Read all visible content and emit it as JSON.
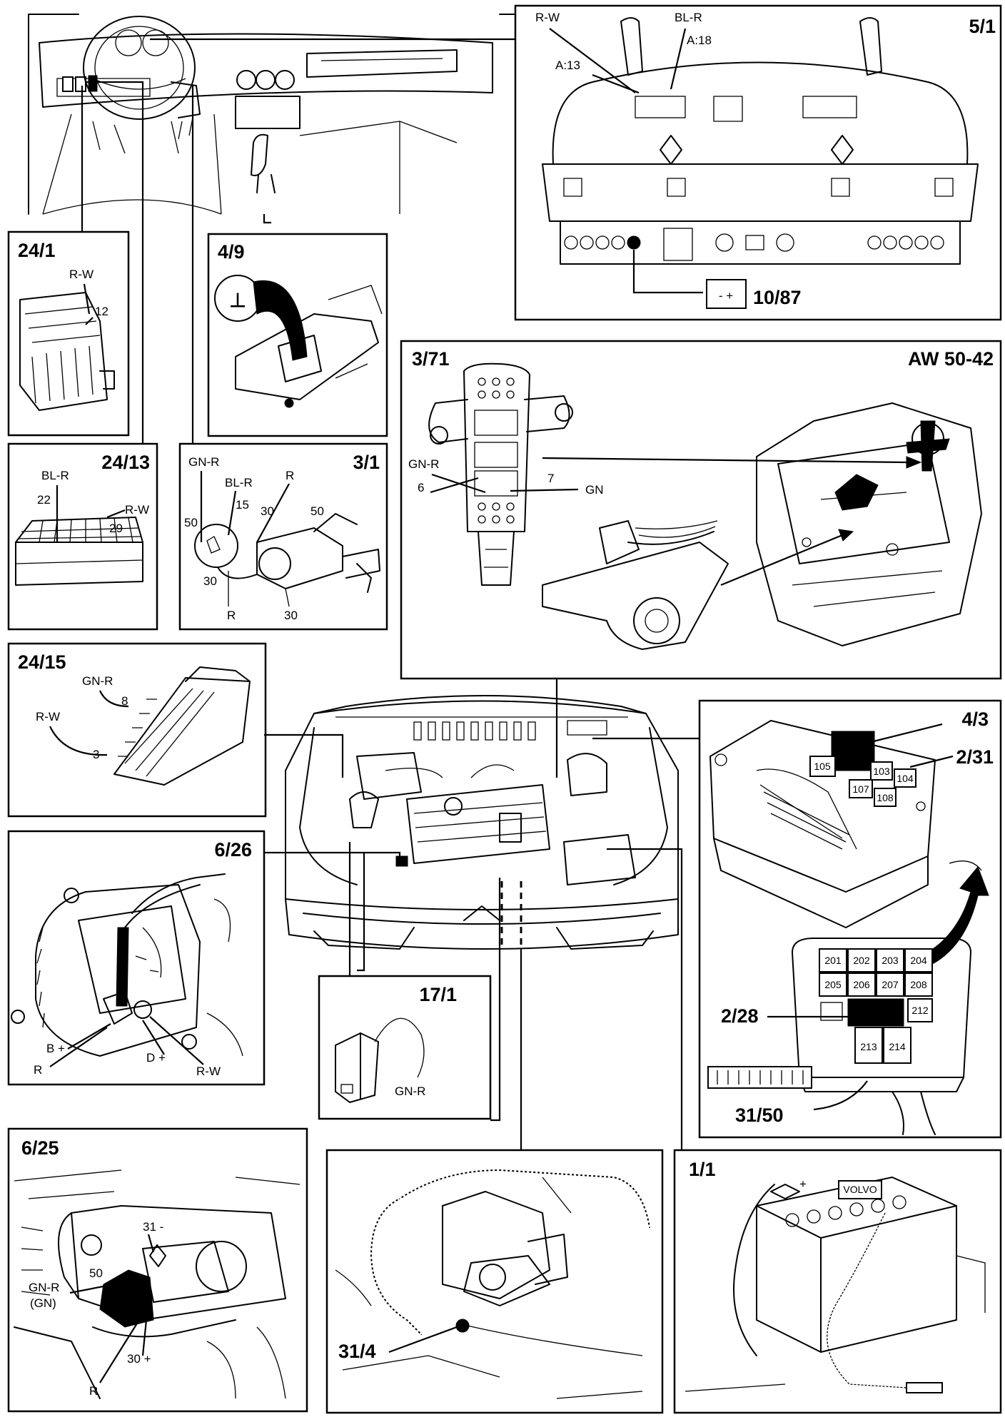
{
  "panels": {
    "p5_1": {
      "id": "5/1",
      "labels": [
        "R-W",
        "BL-R",
        "A:13",
        "A:18"
      ]
    },
    "p10_87": {
      "id": "10/87",
      "symbol": "- +"
    },
    "p24_1": {
      "id": "24/1",
      "labels": [
        "R-W",
        "12"
      ]
    },
    "p4_9": {
      "id": "4/9",
      "symbol": "⊥"
    },
    "p24_13": {
      "id": "24/13",
      "labels": [
        "BL-R",
        "22",
        "R-W",
        "29"
      ]
    },
    "p3_1": {
      "id": "3/1",
      "labels": [
        "GN-R",
        "BL-R",
        "R",
        "15",
        "30",
        "50",
        "50",
        "30",
        "R",
        "30"
      ]
    },
    "p3_71": {
      "id": "3/71",
      "title": "AW 50-42",
      "labels": [
        "GN-R",
        "6",
        "7",
        "GN"
      ]
    },
    "p24_15": {
      "id": "24/15",
      "labels": [
        "GN-R",
        "8",
        "R-W",
        "3"
      ]
    },
    "p4_3": {
      "id": "4/3"
    },
    "p2_31": {
      "id": "2/31",
      "fuses": [
        "105",
        "103",
        "104",
        "107",
        "108"
      ]
    },
    "p2_28": {
      "id": "2/28",
      "fuses": [
        "201",
        "202",
        "203",
        "204",
        "205",
        "206",
        "207",
        "208",
        "212",
        "213",
        "214"
      ]
    },
    "p31_50": {
      "id": "31/50"
    },
    "p6_26": {
      "id": "6/26",
      "labels": [
        "B +",
        "D +",
        "R",
        "R-W"
      ]
    },
    "p17_1": {
      "id": "17/1",
      "labels": [
        "GN-R"
      ]
    },
    "p6_25": {
      "id": "6/25",
      "labels": [
        "31 -",
        "50",
        "GN-R",
        "(GN)",
        "30 +",
        "R"
      ]
    },
    "p31_4": {
      "id": "31/4"
    },
    "p1_1": {
      "id": "1/1",
      "symbol": "+",
      "brand": "VOLVO"
    }
  }
}
